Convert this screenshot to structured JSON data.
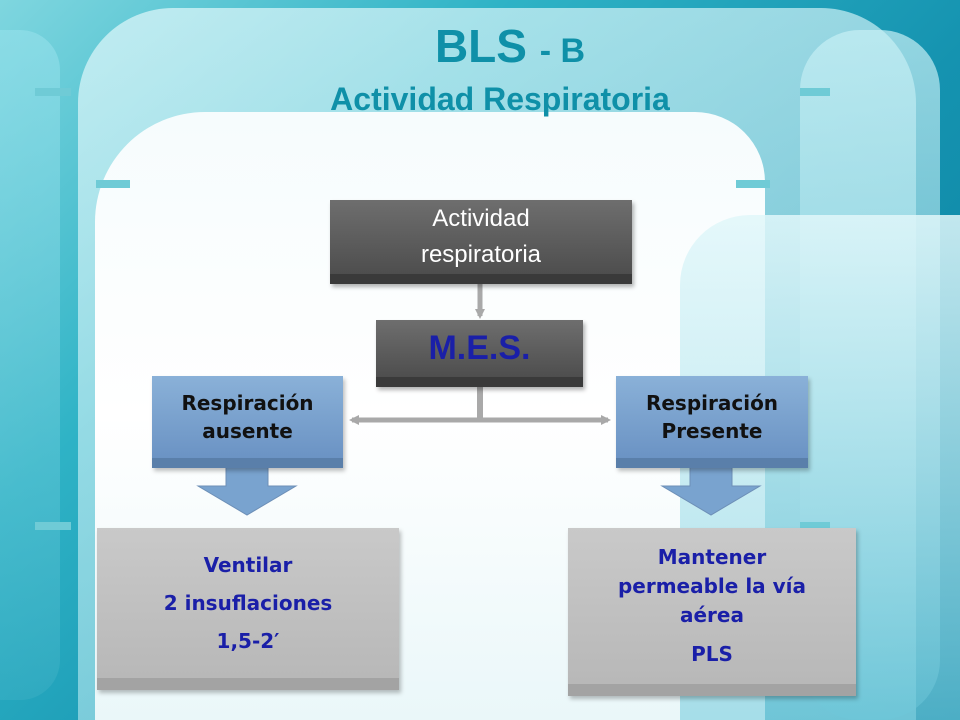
{
  "title": {
    "main": "BLS",
    "suffix": "- B",
    "subtitle": "Actividad Respiratoria"
  },
  "nodes": {
    "actividad": {
      "lines": [
        "Actividad",
        "respiratoria"
      ]
    },
    "mes": {
      "label": "M.E.S."
    },
    "ausente": {
      "lines": [
        "Respiración",
        "ausente"
      ]
    },
    "presente": {
      "lines": [
        "Respiración",
        "Presente"
      ]
    },
    "ventilar": {
      "lines": [
        "Ventilar",
        "2 insuflaciones",
        "1,5-2′"
      ]
    },
    "mantener": {
      "lines": [
        "Mantener",
        "permeable la vía",
        "aérea",
        "PLS"
      ]
    }
  },
  "colors": {
    "title": "#0f90a8",
    "mes_text": "#1a1fa8",
    "action_text": "#1a1fa8",
    "connector": "#a9a9a9",
    "decision_box": "#7ba3cf",
    "dark_box": "#5e5e5e",
    "action_box": "#c2c2c2"
  }
}
